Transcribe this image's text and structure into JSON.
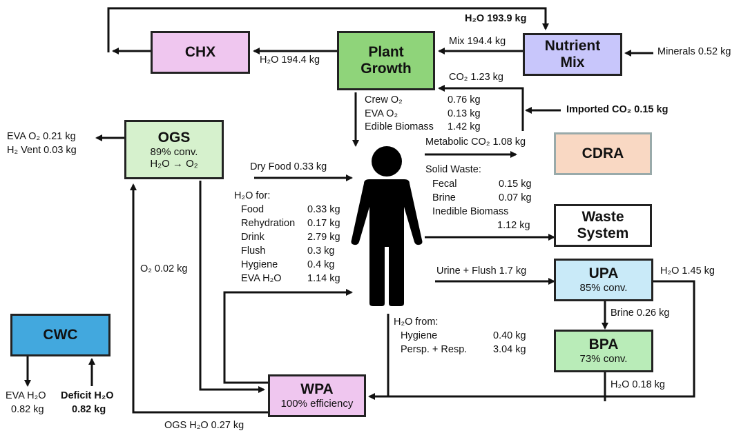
{
  "colors": {
    "chx": "#efc6ef",
    "plant": "#8fd47a",
    "nutrient": "#c8c6fb",
    "ogs": "#d6f1cd",
    "cdra": "#f9d8c3",
    "waste": "#ffffff",
    "upa": "#c9eaf8",
    "bpa": "#b9ecb8",
    "cwc": "#42a8de",
    "wpa": "#efc6ef"
  },
  "boxes": {
    "chx": {
      "title": "CHX"
    },
    "plant": {
      "title_line1": "Plant",
      "title_line2": "Growth"
    },
    "nutrient": {
      "title_line1": "Nutrient",
      "title_line2": "Mix"
    },
    "ogs": {
      "title": "OGS",
      "sub1": "89% conv.",
      "sub2": "H₂O → O₂"
    },
    "cdra": {
      "title": "CDRA"
    },
    "waste": {
      "title_line1": "Waste",
      "title_line2": "System"
    },
    "upa": {
      "title": "UPA",
      "sub": "85% conv."
    },
    "bpa": {
      "title": "BPA",
      "sub": "73% conv."
    },
    "cwc": {
      "title": "CWC"
    },
    "wpa": {
      "title": "WPA",
      "sub": "100% efficiency"
    }
  },
  "labels": {
    "h2o_top": "H₂O 193.9 kg",
    "mix": "Mix 194.4 kg",
    "chx_h2o": "H₂O 194.4 kg",
    "minerals": "Minerals 0.52 kg",
    "co2_plant": "CO₂ 1.23 kg",
    "imported_co2": "Imported CO₂ 0.15 kg",
    "metabolic_co2": "Metabolic CO₂ 1.08 kg",
    "eva_o2_out": "EVA O₂ 0.21 kg",
    "h2_vent": "H₂ Vent 0.03 kg",
    "dry_food": "Dry Food 0.33 kg",
    "o2_small": "O₂ 0.02 kg",
    "urine_flush": "Urine + Flush 1.7 kg",
    "upa_h2o": "H₂O 1.45 kg",
    "brine_bpa": "Brine 0.26 kg",
    "bpa_h2o": "H₂O 0.18 kg",
    "eva_h2o_cwc_1": "EVA H₂O",
    "eva_h2o_cwc_2": "0.82 kg",
    "deficit_1": "Deficit H₂O",
    "deficit_2": "0.82 kg",
    "ogs_h2o": "OGS H₂O 0.27 kg"
  },
  "plant_outputs": [
    {
      "name": "Crew O₂",
      "value": "0.76 kg"
    },
    {
      "name": "EVA O₂",
      "value": "0.13 kg"
    },
    {
      "name": "Edible Biomass",
      "value": "1.42 kg"
    }
  ],
  "solid_waste": {
    "header": "Solid Waste:",
    "items": [
      {
        "name": "Fecal",
        "value": "0.15 kg"
      },
      {
        "name": "Brine",
        "value": "0.07 kg"
      },
      {
        "name": "Inedible Biomass",
        "value": ""
      }
    ],
    "trailing_value": "1.12 kg"
  },
  "h2o_for": {
    "header": "H₂O for:",
    "items": [
      {
        "name": "Food",
        "value": "0.33 kg"
      },
      {
        "name": "Rehydration",
        "value": "0.17 kg"
      },
      {
        "name": "Drink",
        "value": "2.79 kg"
      },
      {
        "name": "Flush",
        "value": "0.3 kg"
      },
      {
        "name": "Hygiene",
        "value": "0.4 kg"
      },
      {
        "name": "EVA H₂O",
        "value": "1.14 kg"
      }
    ]
  },
  "h2o_from": {
    "header": "H₂O from:",
    "items": [
      {
        "name": "Hygiene",
        "value": "0.40 kg"
      },
      {
        "name": "Persp. + Resp.",
        "value": "3.04 kg"
      }
    ]
  }
}
